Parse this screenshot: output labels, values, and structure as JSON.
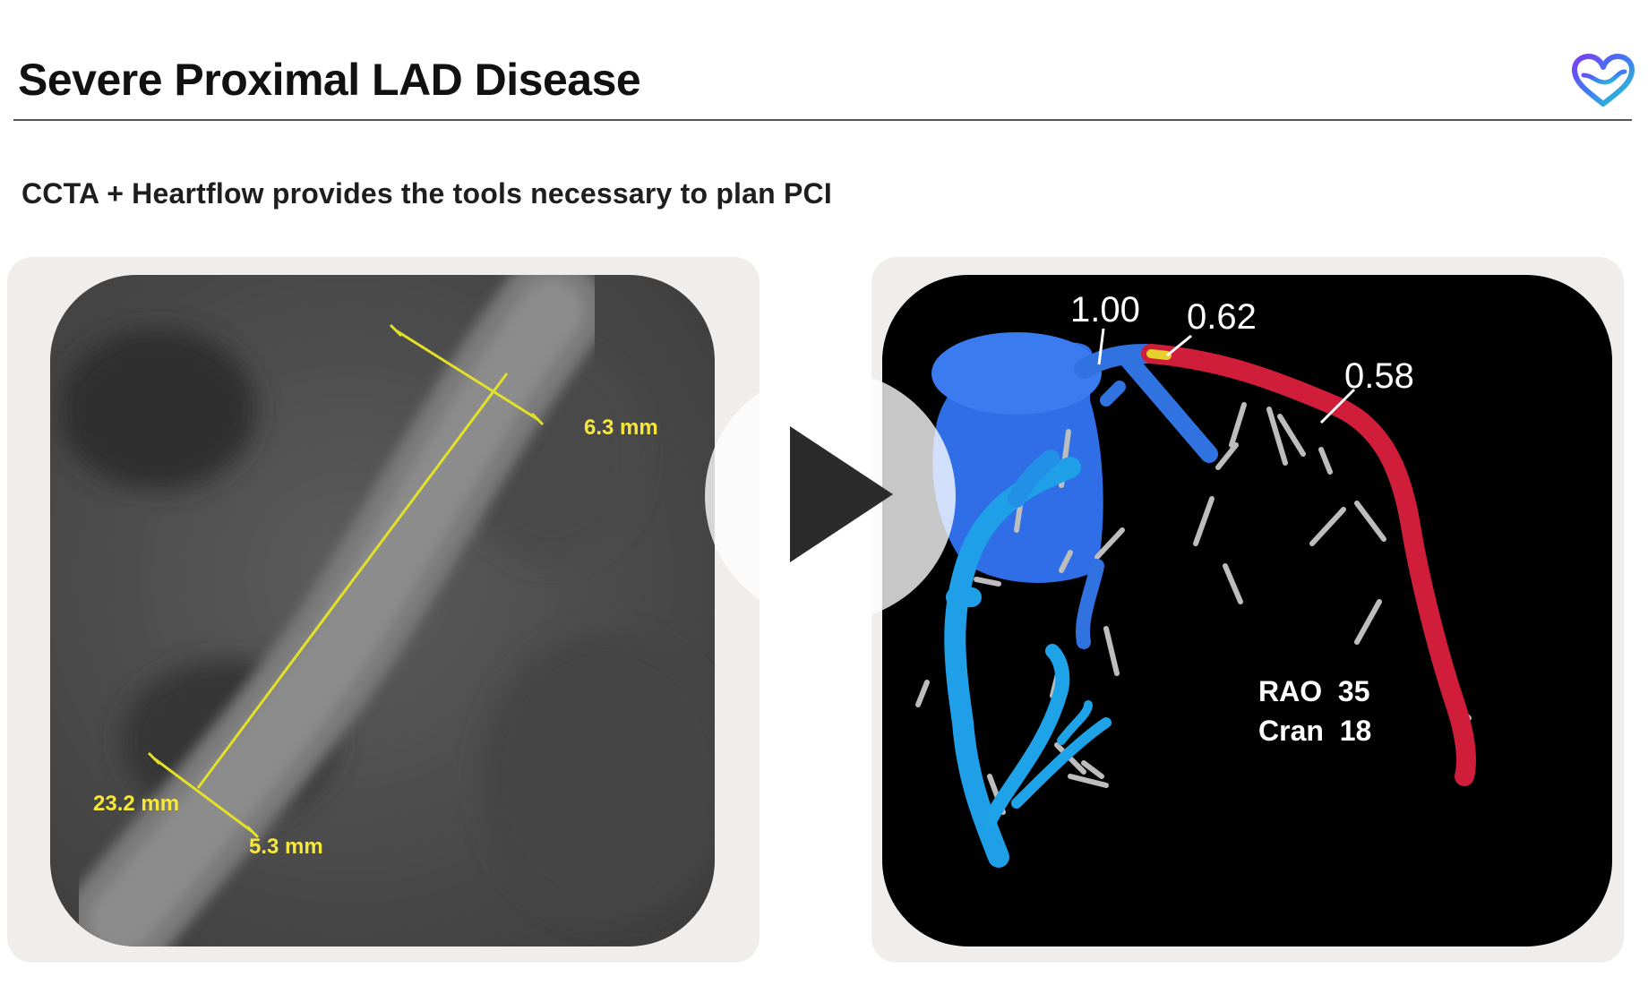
{
  "slide": {
    "title": "Severe Proximal LAD Disease",
    "subtitle": "CCTA + Heartflow provides the tools necessary to plan PCI"
  },
  "ct_panel": {
    "length_label": "23.2 mm",
    "distal_diameter_label": "6.3 mm",
    "proximal_diameter_label": "5.3 mm",
    "measure_color": "#e3e02a"
  },
  "model_panel": {
    "ffr_values": [
      "1.00",
      "0.62",
      "0.58"
    ],
    "view_label_1": "RAO  35",
    "view_label_2": "Cran  18",
    "vessel_blue": "#2f72e0",
    "vessel_light_blue": "#1ea3e8",
    "vessel_red": "#d01e3a"
  },
  "video": {
    "icon": "play-icon"
  },
  "brand": {
    "icon": "heart-logo-icon"
  }
}
